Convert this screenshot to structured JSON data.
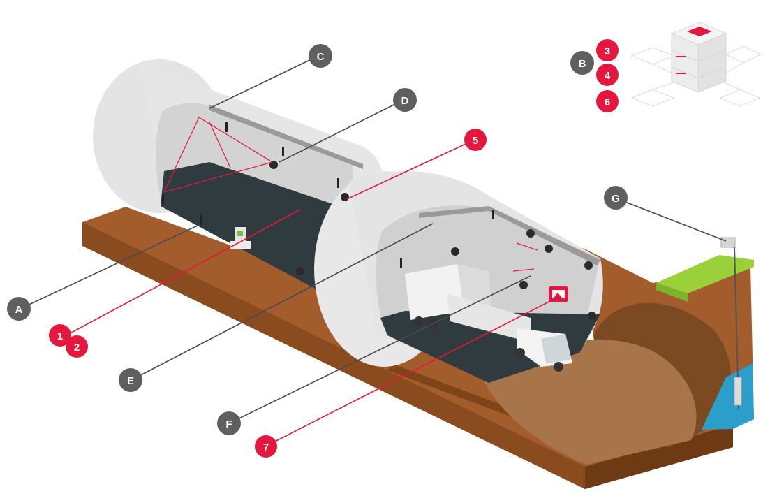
{
  "colors": {
    "gray_badge": "#5f5f5f",
    "red_badge": "#e5173f",
    "leader_gray": "#4a4a4a",
    "leader_red": "#e5173f",
    "soil": "#a35d2c",
    "soil_dark": "#7f4417",
    "grass": "#9ad13a",
    "water": "#2b9fc9",
    "tunnel_lining": "#dedede",
    "tunnel_floor": "#2f3b3f"
  },
  "labels": {
    "A": "A",
    "B": "B",
    "C": "C",
    "D": "D",
    "E": "E",
    "F": "F",
    "G": "G",
    "n1": "1",
    "n2": "2",
    "n3": "3",
    "n4": "4",
    "n5": "5",
    "n6": "6",
    "n7": "7"
  }
}
